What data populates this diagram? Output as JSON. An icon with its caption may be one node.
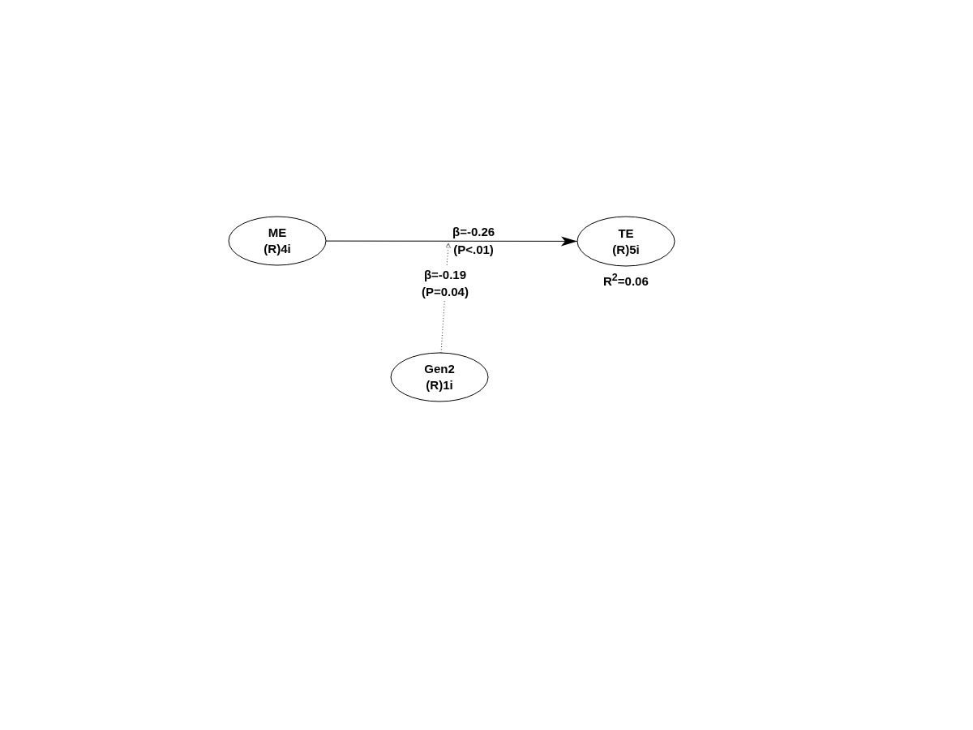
{
  "diagram": {
    "nodes": [
      {
        "text": [
          "ME",
          "(R)4i"
        ]
      },
      {
        "text": [
          "TE",
          "(R)5i"
        ],
        "beside": [
          "R$^{2}$=0.06"
        ]
      },
      {
        "text": [
          "Gen2",
          "(R)1i"
        ]
      }
    ],
    "edges": [
      {
        "from": 0,
        "to": 1,
        "arrow": "to",
        "label": "β=-0.26 (P<.01)"
      },
      {
        "from": 2,
        "to": null,
        "arrow": "to",
        "label": "β=-0.19 (P=0.04)",
        "style": "dashed"
      }
    ]
  }
}
